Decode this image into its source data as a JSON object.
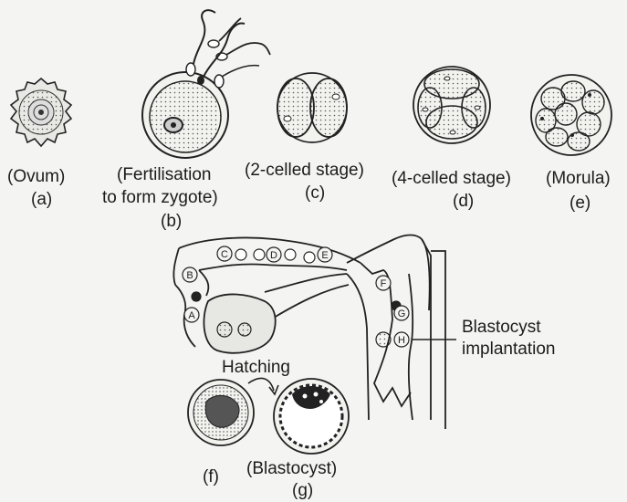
{
  "stages": [
    {
      "key": "ovum",
      "name": "(Ovum)",
      "letter": "(a)"
    },
    {
      "key": "zygote",
      "name_line1": "(Fertilisation",
      "name_line2": "to form zygote)",
      "letter": "(b)"
    },
    {
      "key": "two_cell",
      "name": "(2-celled stage)",
      "letter": "(c)"
    },
    {
      "key": "four_cell",
      "name": "(4-celled stage)",
      "letter": "(d)"
    },
    {
      "key": "morula",
      "name": "(Morula)",
      "letter": "(e)"
    }
  ],
  "lower": {
    "hatching": "Hatching",
    "blastocyst": "(Blastocyst)",
    "f_letter": "(f)",
    "g_letter": "(g)",
    "implantation_line1": "Blastocyst",
    "implantation_line2": "implantation"
  },
  "markers": [
    "A",
    "B",
    "C",
    "D",
    "E",
    "F",
    "G",
    "H"
  ]
}
